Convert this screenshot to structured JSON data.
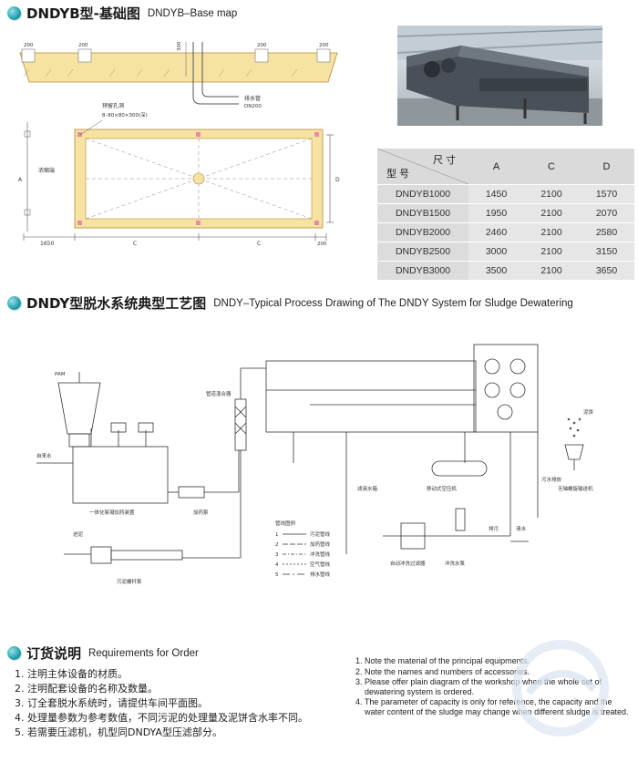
{
  "section1": {
    "title_cn": "DNDYB型-基础图",
    "title_en": "DNDYB–Base map"
  },
  "base_map": {
    "dims_top": [
      "200",
      "200",
      "200",
      "300",
      "200"
    ],
    "drain_label": "排水管",
    "drain_size": "DN200",
    "hole_label": "预留孔洞",
    "hole_size": "8–80×80×300(深)",
    "side_label": "浓缩端",
    "dim_left": "1650",
    "dim_c": "C",
    "dim_200": "200",
    "dim_a": "A",
    "dim_d": "D"
  },
  "spec_table": {
    "header_dim": "尺 寸",
    "header_model": "型 号",
    "columns": [
      "A",
      "C",
      "D"
    ],
    "rows": [
      {
        "model": "DNDYB1000",
        "a": "1450",
        "c": "2100",
        "d": "1570"
      },
      {
        "model": "DNDYB1500",
        "a": "1950",
        "c": "2100",
        "d": "2070"
      },
      {
        "model": "DNDYB2000",
        "a": "2460",
        "c": "2100",
        "d": "2580"
      },
      {
        "model": "DNDYB2500",
        "a": "3000",
        "c": "2100",
        "d": "3150"
      },
      {
        "model": "DNDYB3000",
        "a": "3500",
        "c": "2100",
        "d": "3650"
      }
    ]
  },
  "section2": {
    "title_cn": "DNDY型脱水系统典型工艺图",
    "title_en": "DNDY–Typical Process Drawing of The DNDY System for Sludge Dewatering"
  },
  "process": {
    "pam": "PAM",
    "tap_water": "自来水",
    "dosing_unit": "一体化絮凝加药装置",
    "mixer": "管道混合器",
    "dosing_pump": "加药泵",
    "sludge_in": "进泥",
    "screw_pump": "污泥螺杆泵",
    "filtrate_pump": "滤液水箱",
    "compressor": "移动式空压机",
    "conveyor": "无轴螺旋输送机",
    "cake": "泥饼",
    "filter": "自动冲洗过滤器",
    "wash_pump": "冲洗水泵",
    "drain": "排污",
    "water_in": "清水",
    "outlet": "污水排放",
    "legend_title": "管线图例",
    "legend": [
      {
        "num": "1",
        "name": "污泥管线"
      },
      {
        "num": "2",
        "name": "加药管线"
      },
      {
        "num": "3",
        "name": "冲洗管线"
      },
      {
        "num": "4",
        "name": "空气管线"
      },
      {
        "num": "5",
        "name": "排水管线"
      }
    ]
  },
  "section3": {
    "title_cn": "订货说明",
    "title_en": "Requirements for Order",
    "items_cn": [
      "1. 注明主体设备的材质。",
      "2. 注明配套设备的名称及数量。",
      "3. 订全套脱水系统时，请提供车间平面图。",
      "4. 处理量参数为参考数值，不同污泥的处理量及泥饼含水率不同。",
      "5. 若需要压滤机，机型同DNDYA型压滤部分。"
    ],
    "items_en": [
      "1. Note the material of the principal equipments.",
      "2. Note the names and numbers of accessories.",
      "3. Please offer plain diagram of the workshop when the whole set of dewatering system is ordered.",
      "4. The parameter of capacity is only for reference, the capacity and the water content of the sludge may change when different sludge is treated."
    ]
  }
}
